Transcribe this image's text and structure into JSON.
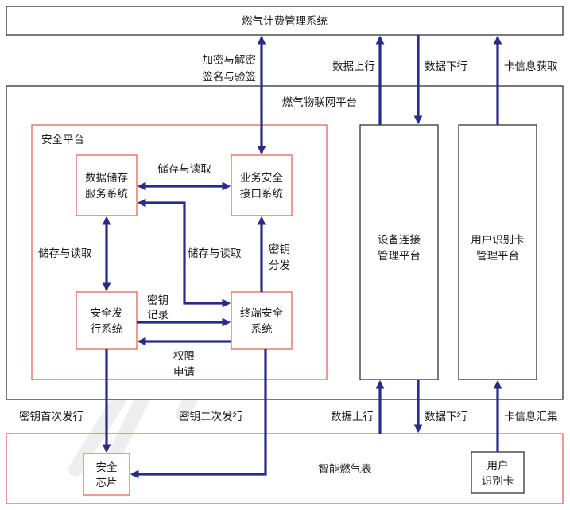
{
  "nodes": {
    "billing_system": "燃气计费管理系统",
    "iot_platform": "燃气物联网平台",
    "security_platform": "安全平台",
    "data_storage": [
      "数据储存",
      "服务系统"
    ],
    "business_interface": [
      "业务安全",
      "接口系统"
    ],
    "issuance_system": [
      "安全发",
      "行系统"
    ],
    "terminal_security": [
      "终端安全",
      "系统"
    ],
    "device_connect": [
      "设备连接",
      "管理平台"
    ],
    "card_management": [
      "用户识别卡",
      "管理平台"
    ],
    "smart_meter": "智能燃气表",
    "security_chip": [
      "安全",
      "芯片"
    ],
    "user_card": [
      "用户",
      "识别卡"
    ]
  },
  "edges": {
    "encrypt_sign": [
      "加密与解密",
      "签名与验签"
    ],
    "data_up_top": "数据上行",
    "data_down_top": "数据下行",
    "card_info_get": "卡信息获取",
    "store_read_h": "储存与读取",
    "store_read_v": "储存与读取",
    "store_read_diag": "储存与读取",
    "key_distribute": [
      "密钥",
      "分发"
    ],
    "key_record": [
      "密钥",
      "记录"
    ],
    "permission_apply": [
      "权限",
      "申请"
    ],
    "key_first_issue": "密钥首次发行",
    "key_second_issue": "密钥二次发行",
    "data_up_bottom": "数据上行",
    "data_down_bottom": "数据下行",
    "card_info_collect": "卡信息汇集"
  }
}
